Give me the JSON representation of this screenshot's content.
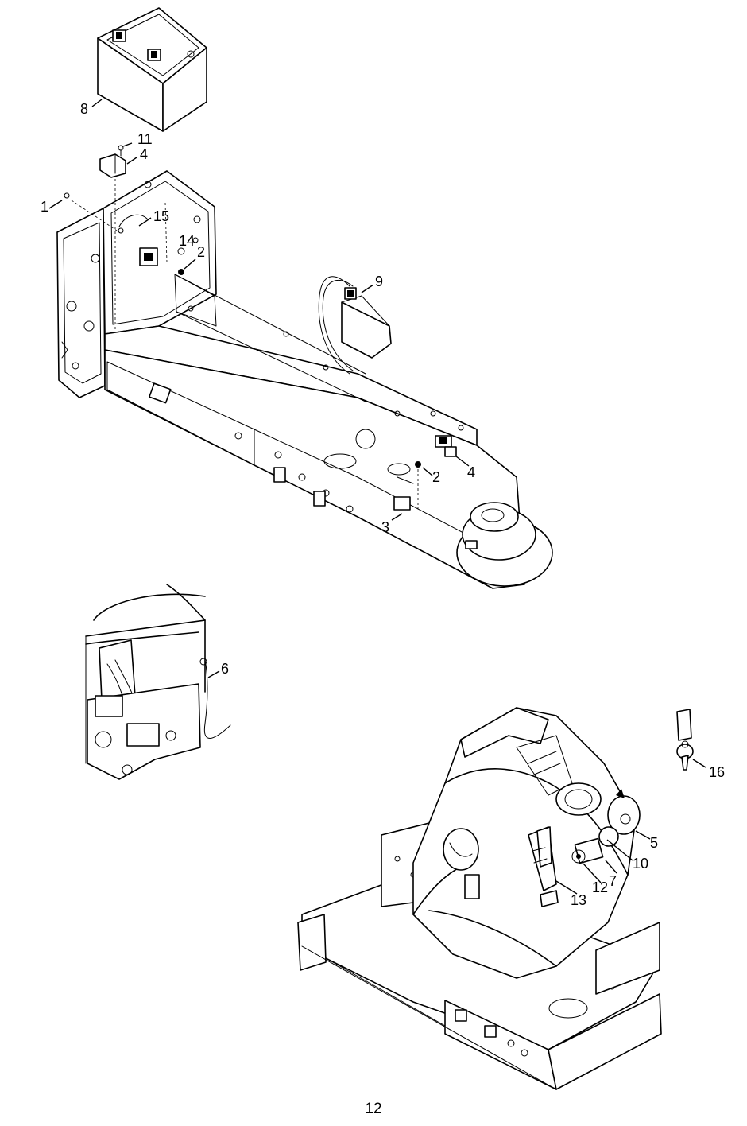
{
  "callouts": {
    "c8": "8",
    "c11": "11",
    "c4a": "4",
    "c1": "1",
    "c15": "15",
    "c14": "14",
    "c2a": "2",
    "c9": "9",
    "c2b": "2",
    "c4b": "4",
    "c3": "3",
    "c6": "6",
    "c16": "16",
    "c5": "5",
    "c10": "10",
    "c7": "7",
    "c12": "12",
    "c13": "13"
  },
  "page_number": "12"
}
